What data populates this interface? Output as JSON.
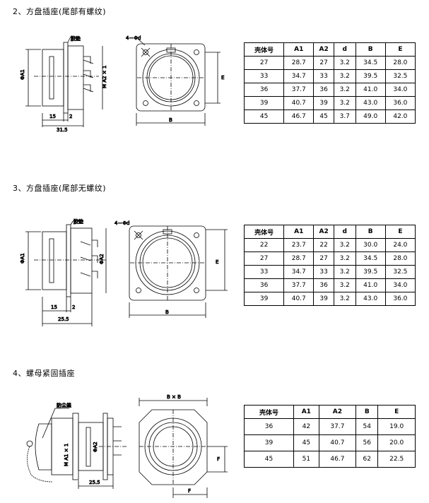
{
  "sections": [
    {
      "title": "2、方盘插座(尾部有螺纹)",
      "labels": {
        "flange": "胶垫",
        "hole": "4－Φd",
        "a1": "ΦA1",
        "a2": "M A2 × 1",
        "b": "B",
        "e": "E",
        "d15": "15",
        "d2": "2",
        "d315": "31.5"
      },
      "table": {
        "headers": [
          "壳体号",
          "A1",
          "A2",
          "d",
          "B",
          "E"
        ],
        "rows": [
          [
            "27",
            "28.7",
            "27",
            "3.2",
            "34.5",
            "28.0"
          ],
          [
            "33",
            "34.7",
            "33",
            "3.2",
            "39.5",
            "32.5"
          ],
          [
            "36",
            "37.7",
            "36",
            "3.2",
            "41.0",
            "34.0"
          ],
          [
            "39",
            "40.7",
            "39",
            "3.2",
            "43.0",
            "36.0"
          ],
          [
            "45",
            "46.7",
            "45",
            "3.7",
            "49.0",
            "42.0"
          ]
        ]
      }
    },
    {
      "title": "3、方盘插座(尾部无螺纹)",
      "labels": {
        "flange": "胶垫",
        "hole": "4－Φd",
        "a1": "ΦA1",
        "a2": "ΦA2",
        "b": "B",
        "e": "E",
        "d15": "15",
        "d2": "2",
        "d255": "25.5"
      },
      "table": {
        "headers": [
          "壳体号",
          "A1",
          "A2",
          "d",
          "B",
          "E"
        ],
        "rows": [
          [
            "22",
            "23.7",
            "22",
            "3.2",
            "30.0",
            "24.0"
          ],
          [
            "27",
            "28.7",
            "27",
            "3.2",
            "34.5",
            "28.0"
          ],
          [
            "33",
            "34.7",
            "33",
            "3.2",
            "39.5",
            "32.5"
          ],
          [
            "36",
            "37.7",
            "36",
            "3.2",
            "41.0",
            "34.0"
          ],
          [
            "39",
            "40.7",
            "39",
            "3.2",
            "43.0",
            "36.0"
          ]
        ]
      }
    },
    {
      "title": "4、螺母紧固插座",
      "labels": {
        "cap": "防尘盖",
        "a1": "M A1 × 1",
        "a2": "ΦA2",
        "bxb": "B × B",
        "f": "F",
        "d255": "25.5"
      },
      "table": {
        "headers": [
          "壳体号",
          "A1",
          "A2",
          "B",
          "E"
        ],
        "rows": [
          [
            "36",
            "42",
            "37.7",
            "54",
            "19.0"
          ],
          [
            "39",
            "45",
            "40.7",
            "56",
            "20.0"
          ],
          [
            "45",
            "51",
            "46.7",
            "62",
            "22.5"
          ]
        ]
      }
    }
  ]
}
